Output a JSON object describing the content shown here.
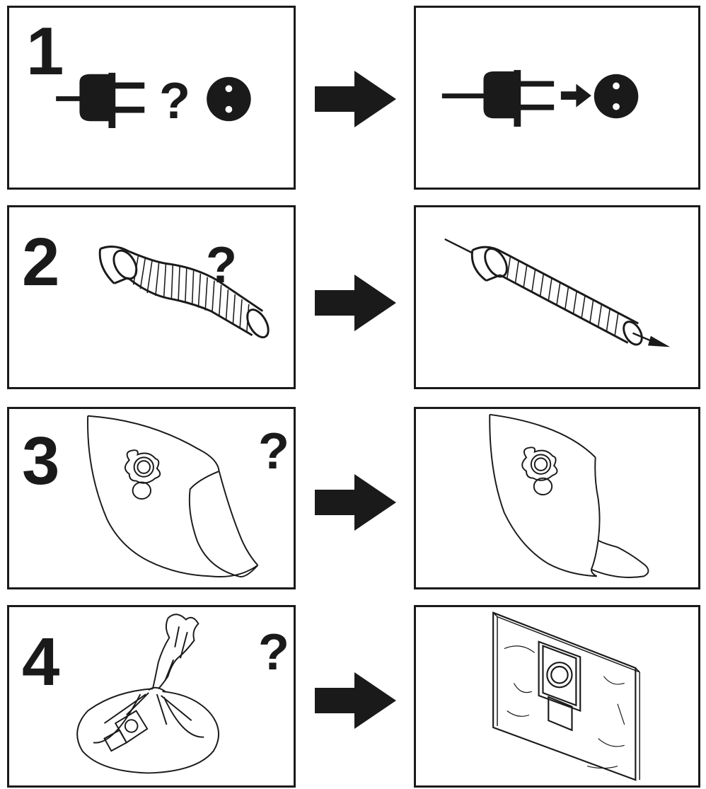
{
  "steps": [
    {
      "number": "1",
      "question": "?"
    },
    {
      "number": "2",
      "question": "?"
    },
    {
      "number": "3",
      "question": "?"
    },
    {
      "number": "4",
      "question": "?"
    }
  ],
  "colors": {
    "ink": "#1a1a1a",
    "background": "#ffffff"
  },
  "icons": [
    "power-plug-icon",
    "wall-socket-icon",
    "hose-icon",
    "dust-bag-icon",
    "arrow-right-icon"
  ]
}
